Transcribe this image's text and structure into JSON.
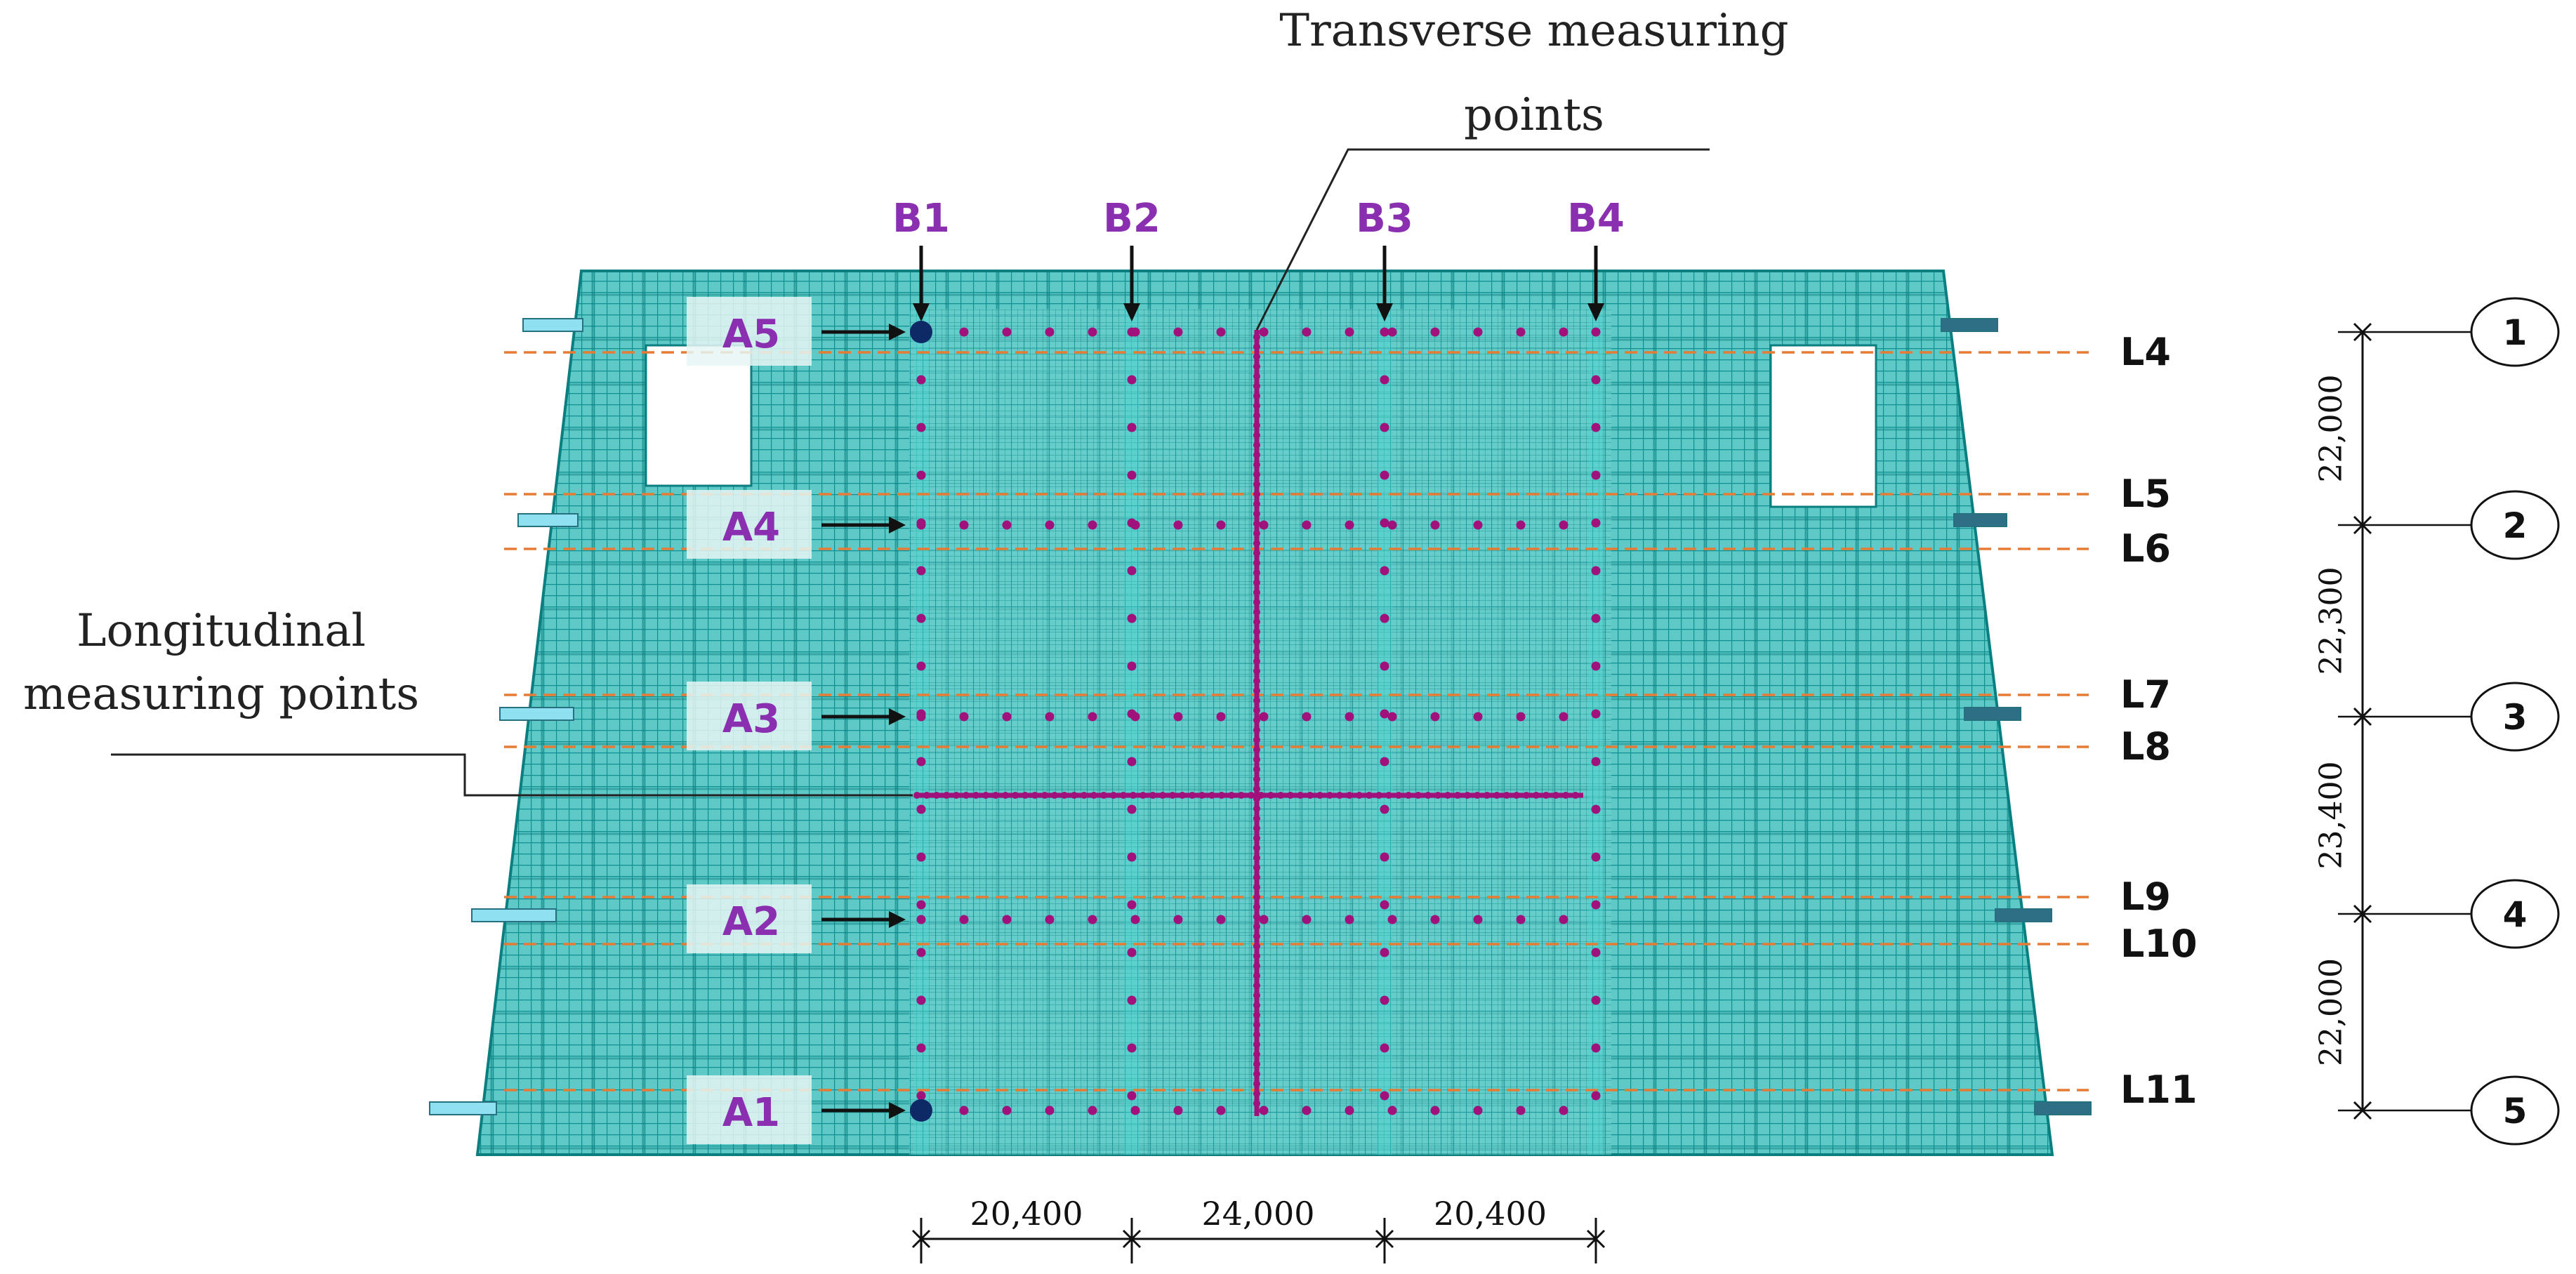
{
  "title_transverse_line1": "Transverse measuring",
  "title_transverse_line2": "points",
  "title_longitudinal_line1": "Longitudinal",
  "title_longitudinal_line2": "measuring points",
  "columns": [
    "B1",
    "B2",
    "B3",
    "B4"
  ],
  "rows": [
    "A5",
    "A4",
    "A3",
    "A2",
    "A1"
  ],
  "levels": [
    "L4",
    "L5",
    "L6",
    "L7",
    "L8",
    "L9",
    "L10",
    "L11"
  ],
  "axis_numbers": [
    "1",
    "2",
    "3",
    "4",
    "5"
  ],
  "vertical_dims": [
    "22,000",
    "22,300",
    "23,400",
    "22,000"
  ],
  "horizontal_dims": [
    "20,400",
    "24,000",
    "20,400"
  ],
  "colors": {
    "mesh": "#1aa3a3",
    "mesh_dark": "#0b7f80",
    "mesh_fill": "#5ec9c6",
    "point": "#a0117c",
    "label_purple": "#8a2fb0",
    "dash_orange": "#e57b34",
    "navy_dot": "#0e2a66"
  }
}
